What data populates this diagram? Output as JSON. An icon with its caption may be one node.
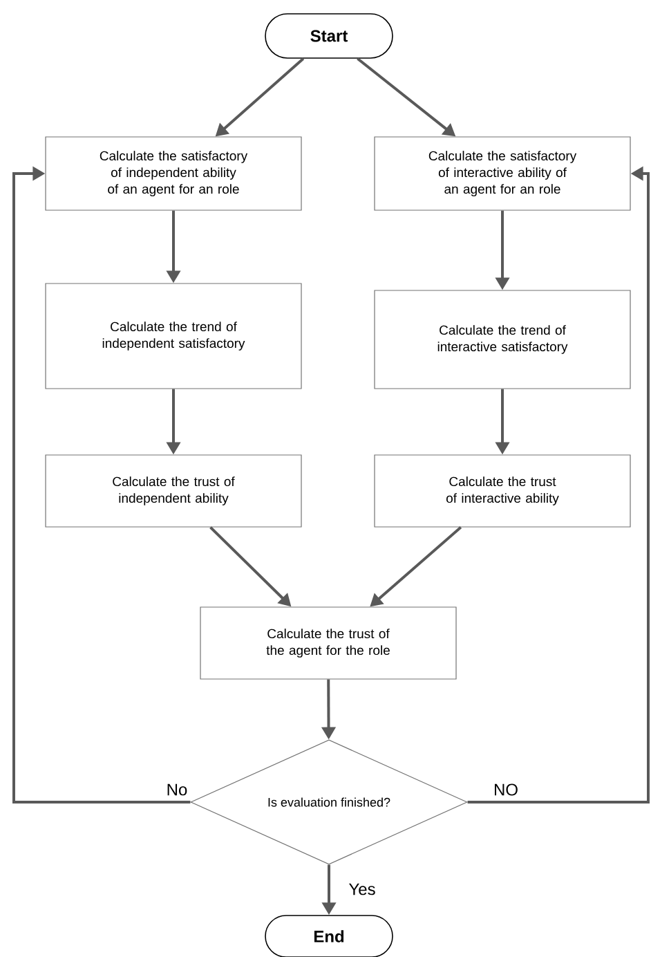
{
  "diagram": {
    "nodes": [
      {
        "text": [
          "Start"
        ]
      },
      {
        "text": [
          "Calculate the satisfactory of independent ability of an agent for an role"
        ]
      },
      {
        "text": [
          "Calculate the satisfactory of interactive ability of an agent for an role"
        ]
      },
      {
        "text": [
          "Calculate the trend of independent satisfactory"
        ]
      },
      {
        "text": [
          "Calculate the trend of interactive satisfactory"
        ]
      },
      {
        "text": [
          "Calculate the trust of independent ability"
        ]
      },
      {
        "text": [
          "Calculate the trust of interactive  ability"
        ]
      },
      {
        "text": [
          "Calculate the trust of the agent for the role"
        ]
      },
      {
        "text": [
          "Is evaluation finished?"
        ]
      },
      {
        "text": [
          "End"
        ]
      }
    ],
    "edges": [
      {
        "from": 0,
        "to": 1,
        "arrow": "to"
      },
      {
        "from": 0,
        "to": 2,
        "arrow": "to"
      },
      {
        "from": 1,
        "to": 3,
        "arrow": "to"
      },
      {
        "from": 2,
        "to": 4,
        "arrow": "to"
      },
      {
        "from": 3,
        "to": 5,
        "arrow": "to"
      },
      {
        "from": 4,
        "to": 6,
        "arrow": "to"
      },
      {
        "from": 5,
        "to": 7,
        "arrow": "to"
      },
      {
        "from": 6,
        "to": 7,
        "arrow": "to"
      },
      {
        "from": 7,
        "to": 8,
        "arrow": "to"
      },
      {
        "from": 8,
        "to": 1,
        "label": "No",
        "arrow": "to"
      },
      {
        "from": 8,
        "to": 2,
        "label": "NO",
        "arrow": "to"
      },
      {
        "from": 8,
        "to": 9,
        "label": "Yes",
        "arrow": "to"
      }
    ]
  }
}
